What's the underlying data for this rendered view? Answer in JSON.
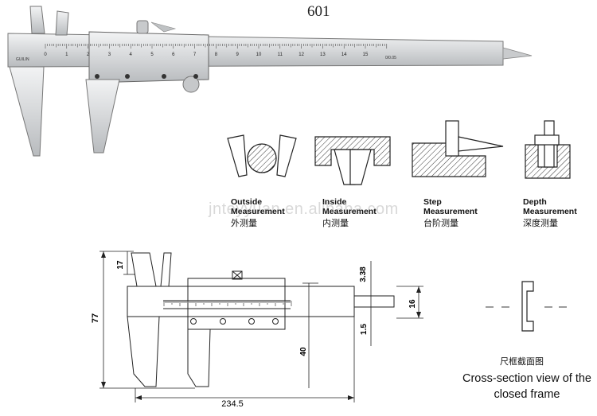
{
  "model_number": "601",
  "scale_numbers": [
    "0",
    "1",
    "2",
    "3",
    "4",
    "5",
    "6",
    "7",
    "8",
    "9",
    "10",
    "11",
    "12",
    "13",
    "14",
    "15"
  ],
  "vernier_marks": "0/0.05",
  "brand_text": "GUILIN",
  "watermark": "jnteyyuan.en.alibaba.com",
  "measurements": [
    {
      "en_line1": "Outside",
      "en_line2": "Measurement",
      "cn": "外测量"
    },
    {
      "en_line1": "Inside",
      "en_line2": "Measurement",
      "cn": "内测量"
    },
    {
      "en_line1": "Step",
      "en_line2": "Measurement",
      "cn": "台阶测量"
    },
    {
      "en_line1": "Depth",
      "en_line2": "Measurement",
      "cn": "深度测量"
    }
  ],
  "dimensions": {
    "jaw_height": "17",
    "total_height": "77",
    "beam_thickness_top": "3.38",
    "beam_height": "16",
    "beam_thickness_bottom": "1.5",
    "depth_to_beam": "40",
    "overall_length": "234.5"
  },
  "cross_section": {
    "title_cn": "尺框截面图",
    "title_en": "Cross-section view of the closed frame"
  },
  "colors": {
    "steel": "#d9dbdc",
    "steel_dark": "#a9acae",
    "line": "#222222"
  }
}
